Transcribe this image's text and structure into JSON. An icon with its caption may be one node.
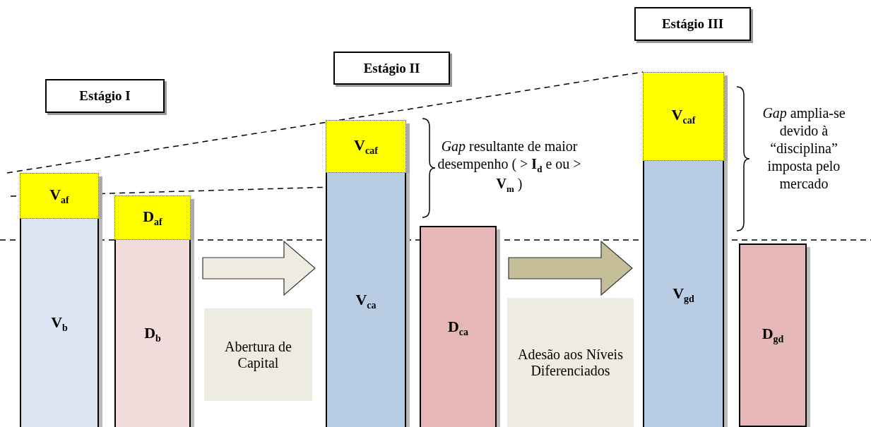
{
  "diagram": {
    "nodes": [
      {
        "text": [
          "Estágio I"
        ]
      },
      {
        "text": [
          "Estágio II"
        ]
      },
      {
        "text": [
          "Estágio III"
        ]
      },
      {
        "text": [
          "V$_{af}$"
        ]
      },
      {
        "text": [
          "V$_{b}$"
        ]
      },
      {
        "text": [
          "D$_{af}$"
        ]
      },
      {
        "text": [
          "D$_{b}$"
        ]
      },
      {
        "text": [
          "Abertura de Capital"
        ]
      },
      {
        "text": [
          "V$_{caf}$"
        ]
      },
      {
        "text": [
          "V$_{ca}$"
        ]
      },
      {
        "text": [
          "D$_{ca}$"
        ]
      },
      {
        "text": [
          "Adesão aos Níveis Diferenciados"
        ]
      },
      {
        "text": [
          "V$_{caf}$"
        ]
      },
      {
        "text": [
          "V$_{gd}$"
        ]
      },
      {
        "text": [
          "D$_{gd}$"
        ]
      }
    ],
    "edges": [
      {
        "from": 6,
        "to": 9,
        "arrow": "to",
        "color": "#eeece1"
      },
      {
        "from": 10,
        "to": 13,
        "arrow": "to",
        "color": "#c4bd97"
      }
    ],
    "labels": [
      "*Gap* resultante de maior desempenho ( > **I**$_{d}$  e ou  > **V**$_{m}$ )",
      "*Gap* amplia-se devido à “disciplina” imposta pelo mercado"
    ]
  }
}
